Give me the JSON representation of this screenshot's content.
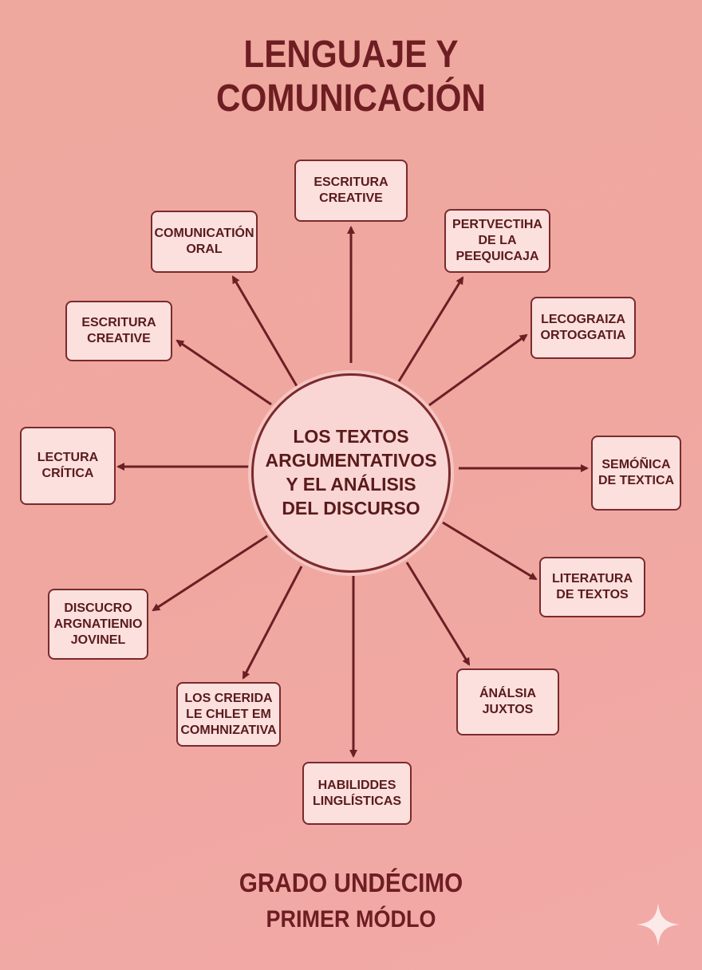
{
  "title": {
    "line1": "LENGUAJE Y",
    "line2": "COMUNICACIÓN"
  },
  "center": {
    "label": "LOS TEXTOS ARGUMENTATIVOS Y EL ANÁLISIS DEL DISCURSO"
  },
  "nodes": [
    {
      "label": "ESCRITURA CREATIVE"
    },
    {
      "label": "PERTVECTIHA DE LA PEEQUICAJA"
    },
    {
      "label": "LECOGRAIZA ORTOGGATIA"
    },
    {
      "label": "SEMÓÑICA DE TEXTICA"
    },
    {
      "label": "LITERATURA DE TEXTOS"
    },
    {
      "label": "ÁNÁLSIA JUXTOS"
    },
    {
      "label": "HABILIDDES LINGLÍSTICAS"
    },
    {
      "label": "LOS CRERIDA LE CHLET EM COMHNIZATIVA"
    },
    {
      "label": "DISCUCRO ARGNATIENIO JOVINEL"
    },
    {
      "label": "LECTURA CRÍTICA"
    },
    {
      "label": "ESCRITURA CREATIVE"
    },
    {
      "label": "COMUNICATIÓN ORAL"
    }
  ],
  "footer": {
    "grade": "GRADO UNDÉCIMO",
    "module": "PRIMER MÓDLO"
  },
  "colors": {
    "background": "#f0a7a0",
    "ink": "#6e1e22",
    "box_fill": "#fbe0dd",
    "box_border": "#7a2a2d"
  },
  "icons": {
    "corner": "sparkle-icon"
  }
}
